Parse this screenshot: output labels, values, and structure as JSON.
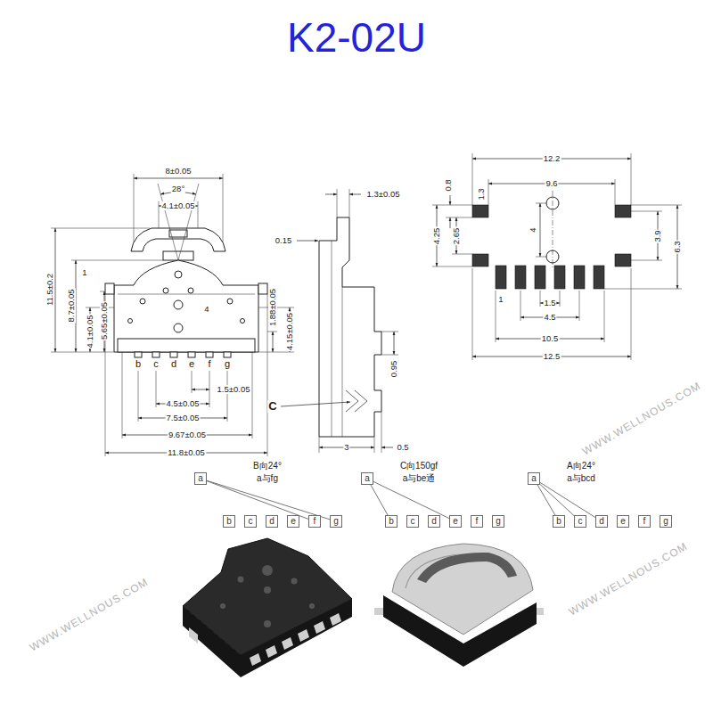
{
  "diagram": {
    "title": "K2-02U",
    "nodes": [
      {
        "text": [
          "a"
        ]
      },
      {
        "text": [
          "b"
        ]
      },
      {
        "text": [
          "c"
        ]
      },
      {
        "text": [
          "d"
        ]
      },
      {
        "text": [
          "e"
        ]
      },
      {
        "text": [
          "f"
        ]
      },
      {
        "text": [
          "g"
        ]
      },
      {
        "text": [
          "a"
        ]
      },
      {
        "text": [
          "b"
        ]
      },
      {
        "text": [
          "c"
        ]
      },
      {
        "text": [
          "d"
        ]
      },
      {
        "text": [
          "e"
        ]
      },
      {
        "text": [
          "f"
        ]
      },
      {
        "text": [
          "g"
        ]
      },
      {
        "text": [
          "a"
        ]
      },
      {
        "text": [
          "b"
        ]
      },
      {
        "text": [
          "c"
        ]
      },
      {
        "text": [
          "d"
        ]
      },
      {
        "text": [
          "e"
        ]
      },
      {
        "text": [
          "f"
        ]
      },
      {
        "text": [
          "g"
        ]
      }
    ],
    "edges": [
      {
        "from": 0,
        "to": 5,
        "arrow": "none"
      },
      {
        "from": 0,
        "to": 6,
        "arrow": "none"
      },
      {
        "from": 7,
        "to": 8,
        "arrow": "none"
      },
      {
        "from": 7,
        "to": 11,
        "arrow": "none"
      },
      {
        "from": 14,
        "to": 15,
        "arrow": "none"
      },
      {
        "from": 14,
        "to": 16,
        "arrow": "none"
      },
      {
        "from": 14,
        "to": 17,
        "arrow": "none"
      }
    ],
    "labels": [
      "8±0.05",
      "28°",
      "4.1±0.05",
      "11.5±0.2",
      "8.7±0.05",
      "4.1±0.05",
      "5.65±0.05",
      "1",
      "4",
      "1.88±0.05",
      "4.15±0.05",
      "b",
      "c",
      "d",
      "e",
      "f",
      "g",
      "1.5±0.05",
      "4.5±0.05",
      "7.5±0.05",
      "9.67±0.05",
      "11.8±0.05",
      "1.3±0.05",
      "0.15",
      "0.95",
      "C",
      "3",
      "0.5",
      "12.2",
      "0.8",
      "1.3",
      "9.6",
      "4.25",
      "2.65",
      "4",
      "3.9",
      "6.3",
      "1",
      "1.5",
      "4.5",
      "10.5",
      "12.5",
      "B向24°",
      "a与fg",
      "C向150gf",
      "a与be通",
      "A向24°",
      "a与bcd",
      "WWW.WELLNOUS.COM",
      "WWW.WELLNOUS.COM",
      "WWW.WELLNOUS.COM"
    ]
  }
}
